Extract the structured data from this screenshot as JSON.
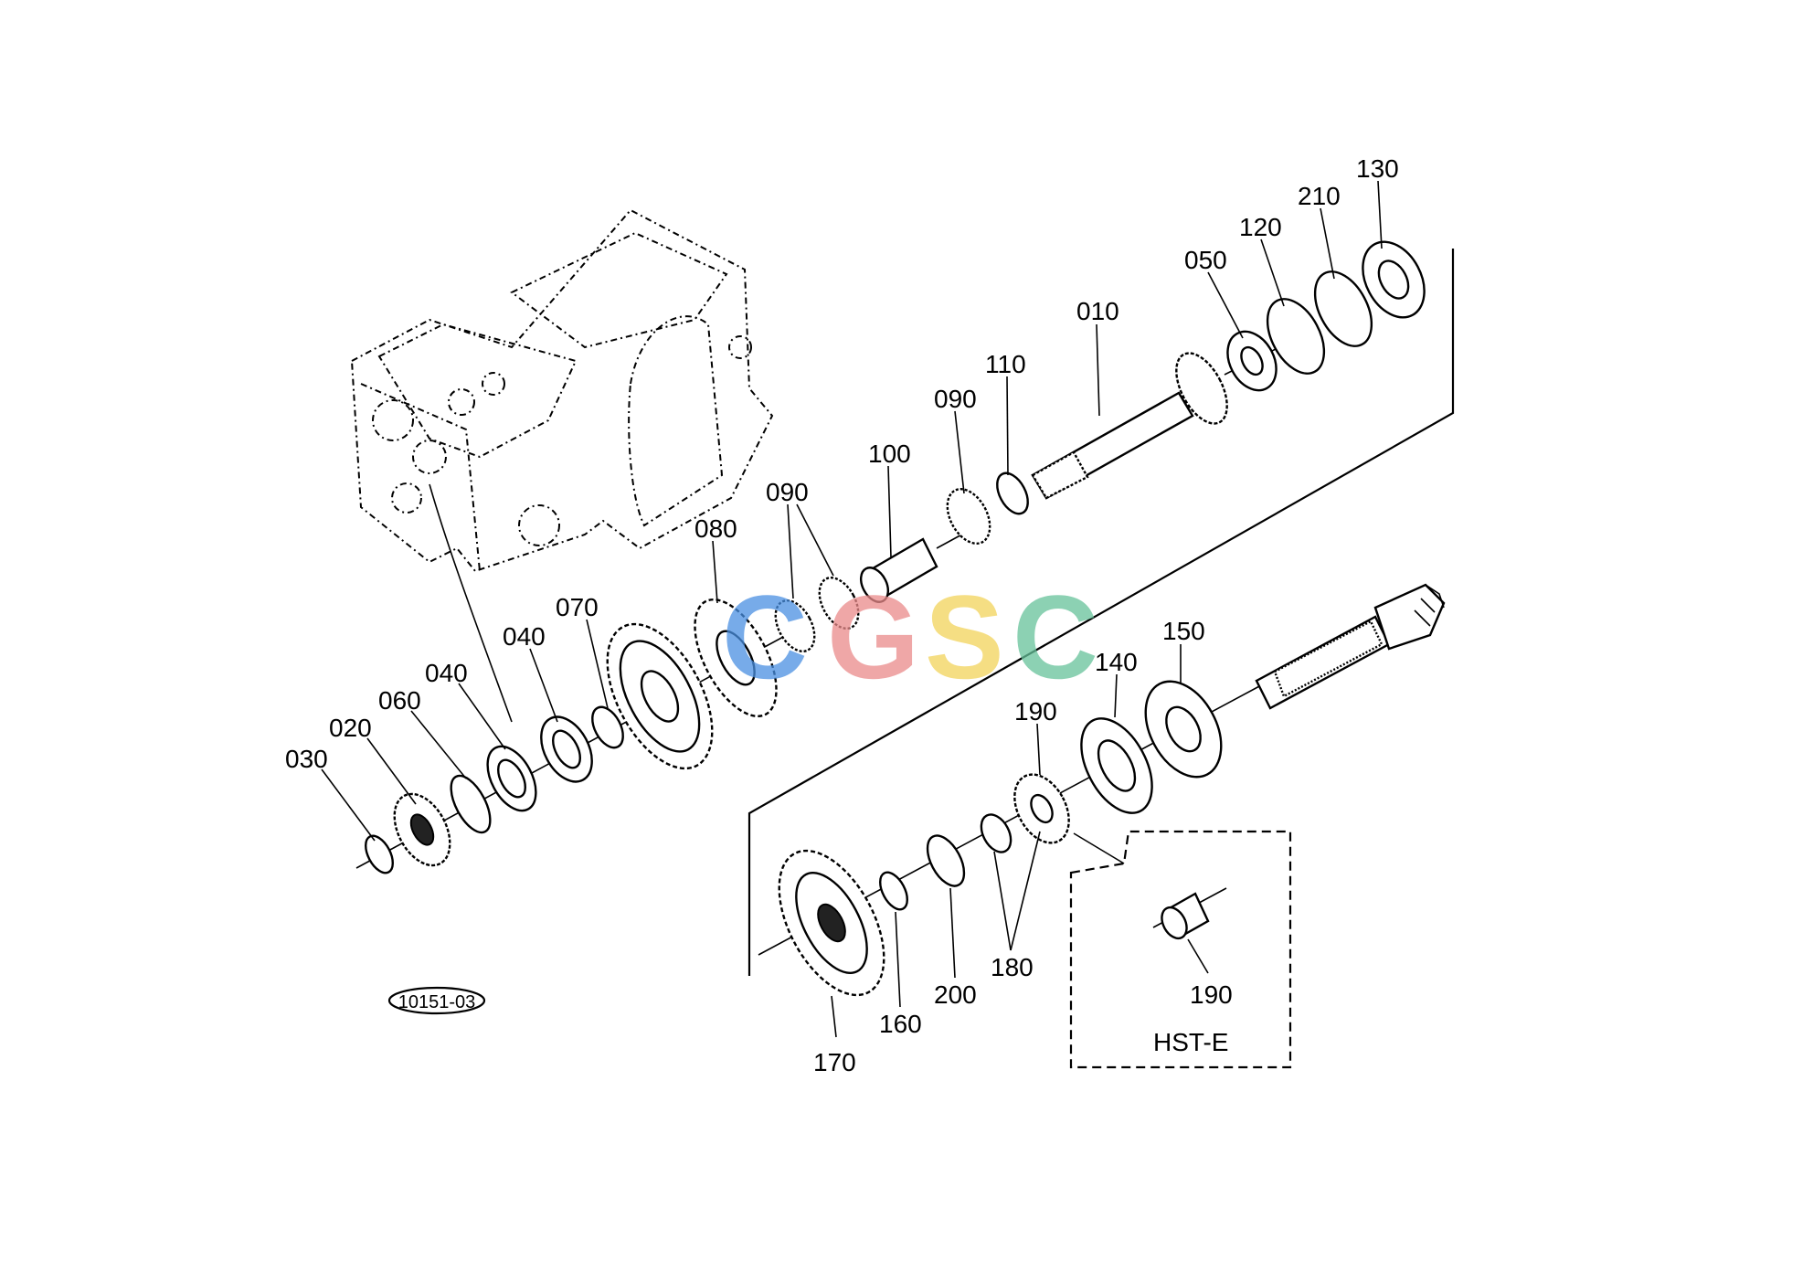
{
  "watermark": {
    "text": "CGSC",
    "colors": [
      "#4a90e2",
      "#ea8a8a",
      "#f2d35a",
      "#66c29a"
    ]
  },
  "drawing_code": "10151-03",
  "inset_label": "HST-E",
  "callouts": [
    {
      "id": "c030",
      "text": "030"
    },
    {
      "id": "c020",
      "text": "020"
    },
    {
      "id": "c060",
      "text": "060"
    },
    {
      "id": "c040a",
      "text": "040"
    },
    {
      "id": "c040b",
      "text": "040"
    },
    {
      "id": "c070",
      "text": "070"
    },
    {
      "id": "c080",
      "text": "080"
    },
    {
      "id": "c090a",
      "text": "090"
    },
    {
      "id": "c100",
      "text": "100"
    },
    {
      "id": "c090b",
      "text": "090"
    },
    {
      "id": "c110",
      "text": "110"
    },
    {
      "id": "c010",
      "text": "010"
    },
    {
      "id": "c050",
      "text": "050"
    },
    {
      "id": "c120",
      "text": "120"
    },
    {
      "id": "c210",
      "text": "210"
    },
    {
      "id": "c130",
      "text": "130"
    },
    {
      "id": "c150",
      "text": "150"
    },
    {
      "id": "c140",
      "text": "140"
    },
    {
      "id": "c190a",
      "text": "190"
    },
    {
      "id": "c180",
      "text": "180"
    },
    {
      "id": "c200",
      "text": "200"
    },
    {
      "id": "c160",
      "text": "160"
    },
    {
      "id": "c170",
      "text": "170"
    },
    {
      "id": "c190b",
      "text": "190"
    }
  ]
}
